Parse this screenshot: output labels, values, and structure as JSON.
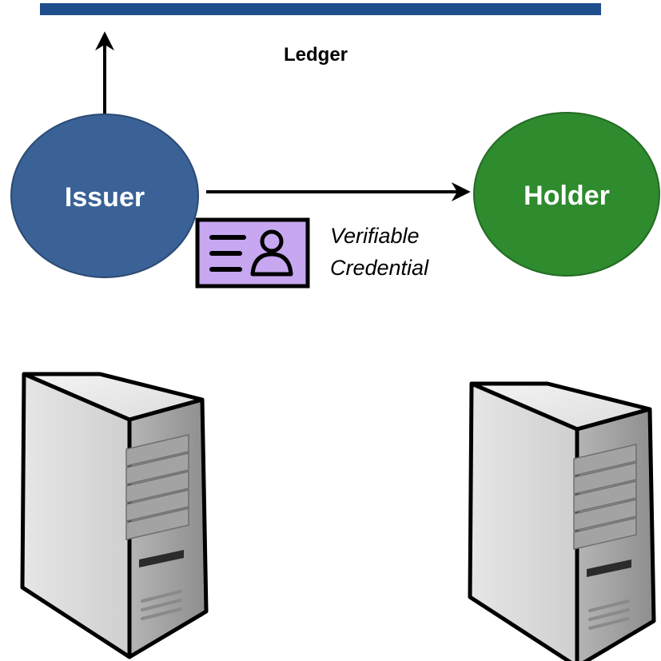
{
  "ledger": {
    "label": "Ledger"
  },
  "issuer": {
    "label": "Issuer"
  },
  "holder": {
    "label": "Holder"
  },
  "credential": {
    "line1": "Verifiable",
    "line2": "Credential"
  },
  "colors": {
    "ledger_bar": "#1f4e8c",
    "issuer_fill": "#3a6297",
    "holder_fill": "#2e8b2e",
    "credential_fill": "#c6a7f0",
    "server_body": "#d6d6d6",
    "server_side": "#9c9c9c"
  },
  "icons": {
    "credential": "id-card-icon",
    "servers": [
      "server-icon",
      "server-icon"
    ]
  }
}
